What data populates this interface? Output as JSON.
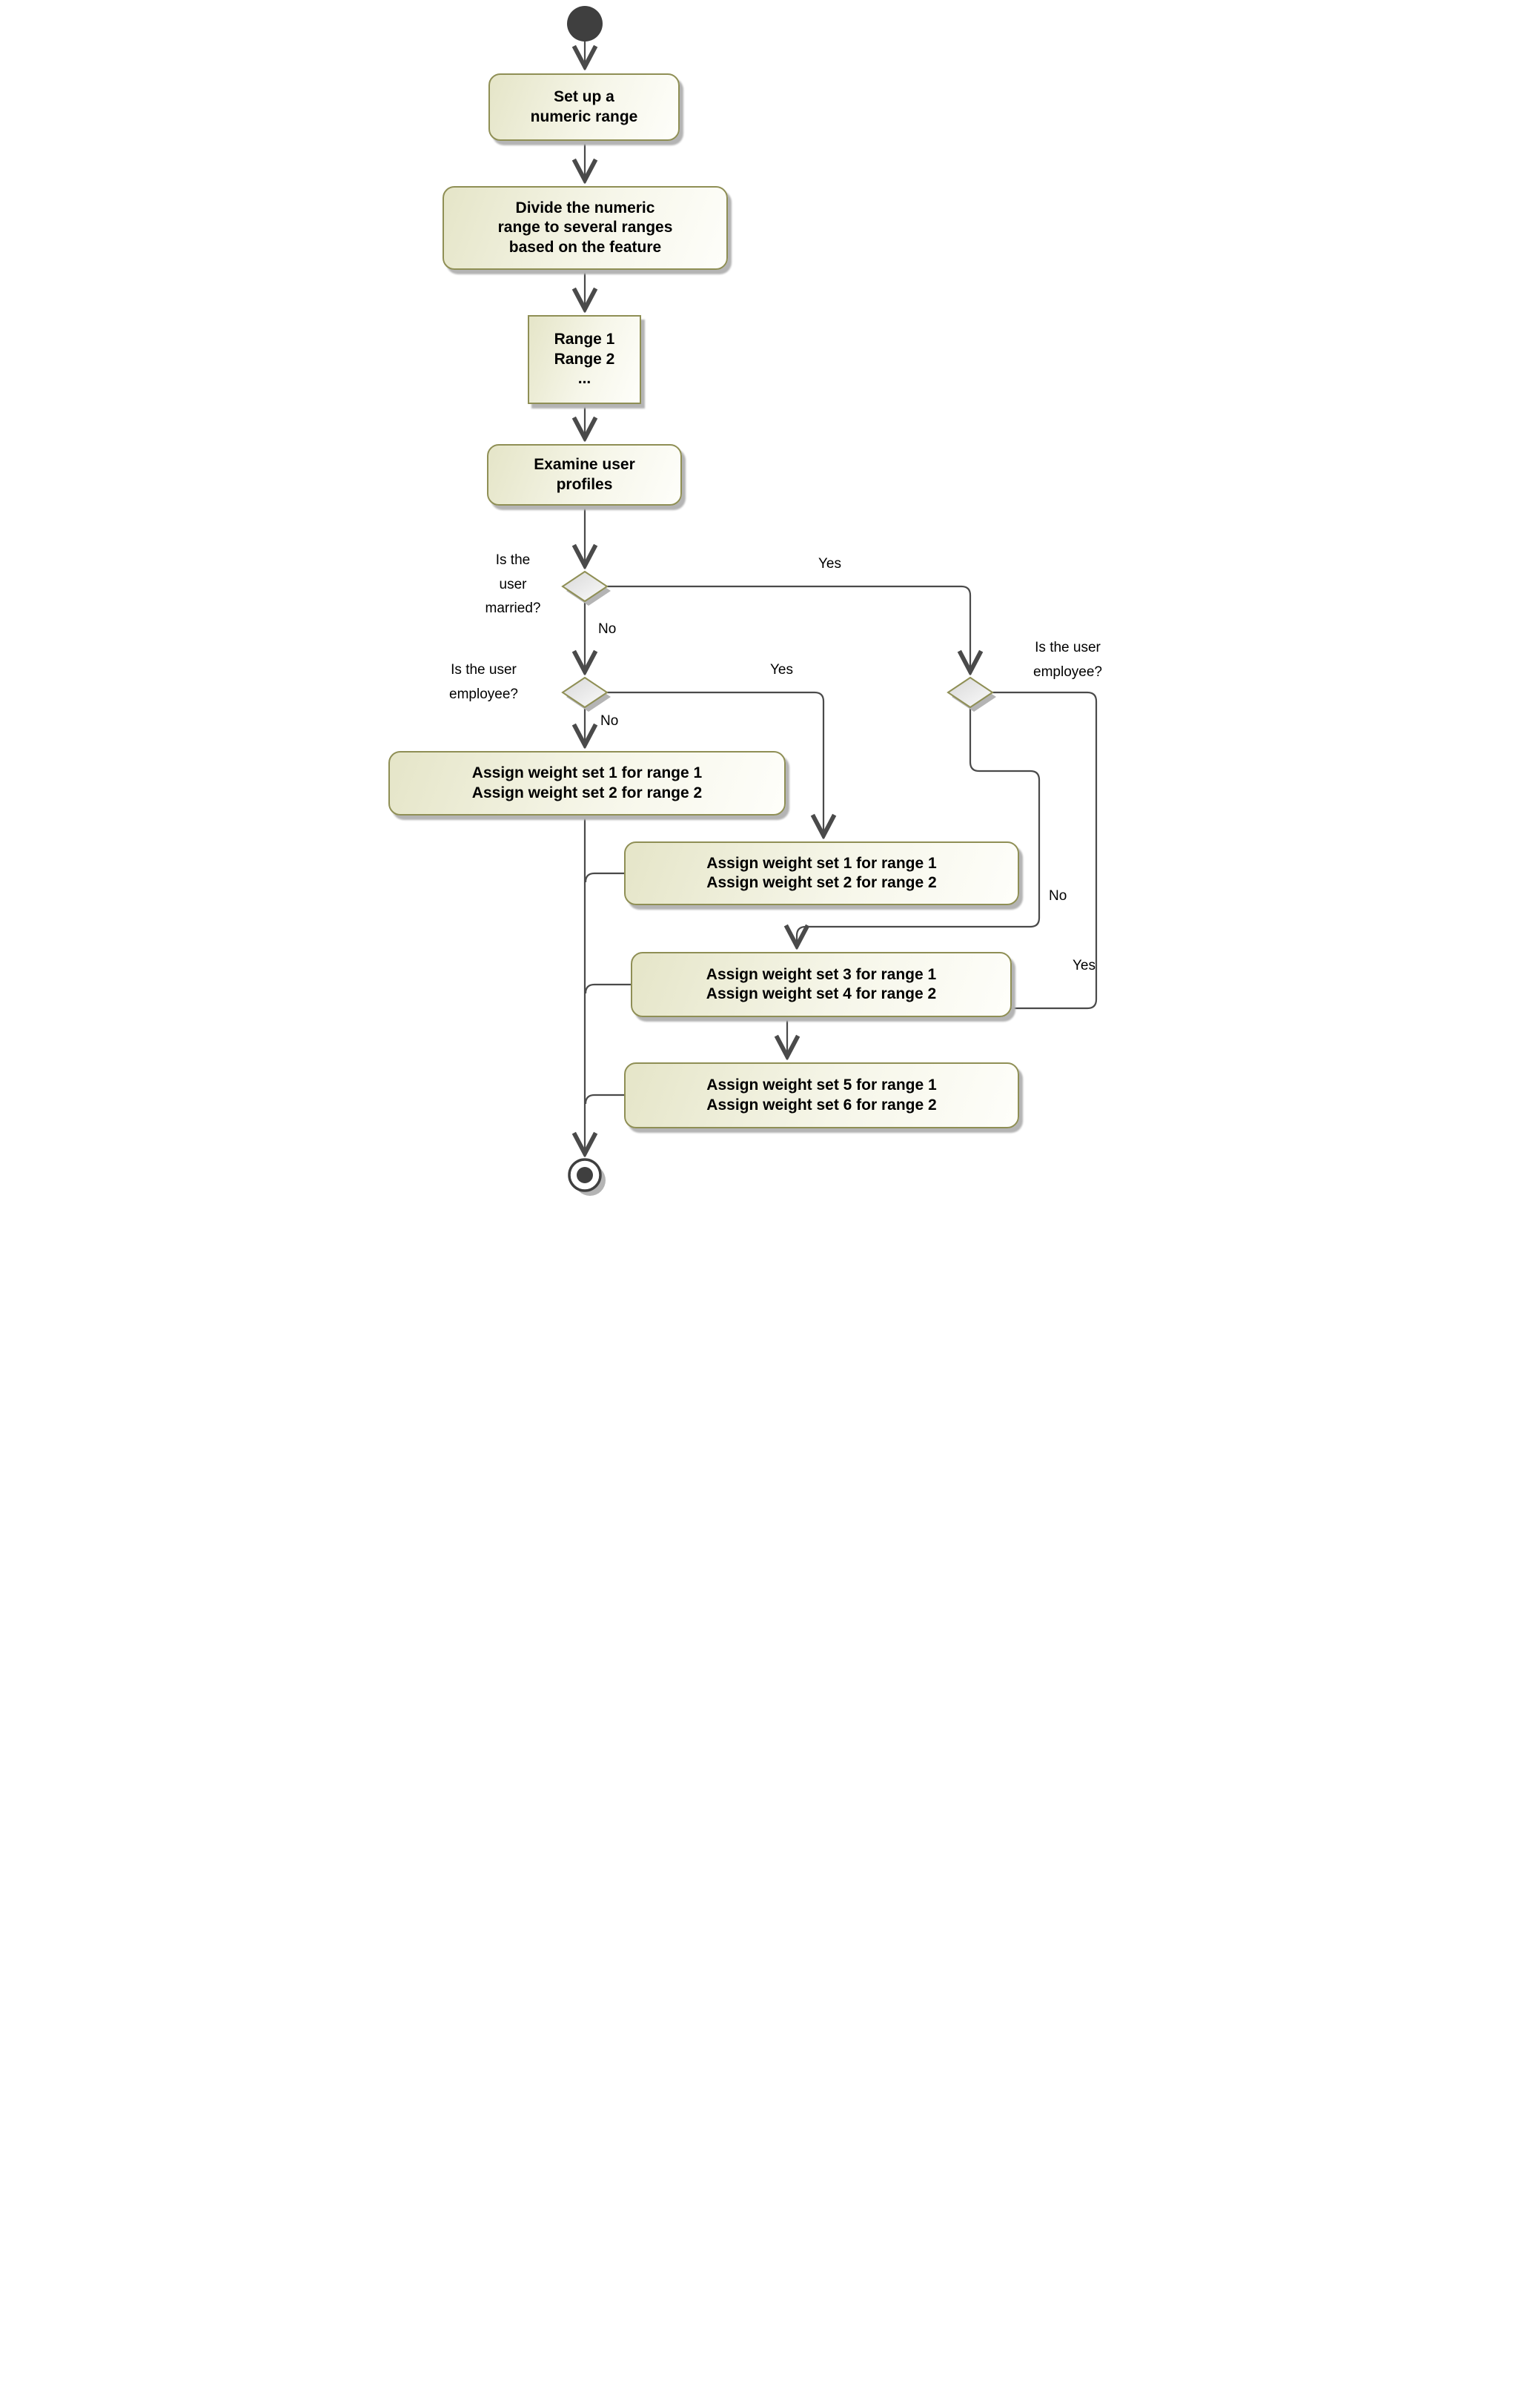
{
  "diagram": {
    "type": "uml-activity-flowchart",
    "background": "#ffffff",
    "colors": {
      "node_fill_dark": "#e5e5c8",
      "node_fill_light": "#fefefa",
      "node_border": "#8f8f55",
      "edge": "#4a4a4a",
      "shadow": "#b4b4b4",
      "terminal": "#3f3f3f",
      "text": "#000000"
    },
    "start_node": {
      "name": "start"
    },
    "end_node": {
      "name": "end"
    },
    "actions": {
      "setup": {
        "lines": [
          "Set up a",
          "numeric range"
        ]
      },
      "divide": {
        "lines": [
          "Divide the numeric",
          "range to several ranges",
          "based on the feature"
        ]
      },
      "ranges": {
        "lines": [
          "Range 1",
          "Range 2",
          "..."
        ]
      },
      "examine": {
        "lines": [
          "Examine user",
          "profiles"
        ]
      },
      "assign12_left": {
        "lines": [
          "Assign weight set 1 for range 1",
          "Assign weight set 2 for range 2"
        ]
      },
      "assign12_mid": {
        "lines": [
          "Assign weight set 1 for range 1",
          "Assign weight set 2 for range 2"
        ]
      },
      "assign34": {
        "lines": [
          "Assign weight set 3 for range 1",
          "Assign weight set 4 for range 2"
        ]
      },
      "assign56": {
        "lines": [
          "Assign weight set 5 for range 1",
          "Assign weight set 6 for range 2"
        ]
      }
    },
    "decisions": {
      "married": {
        "lines": [
          "Is the",
          "user",
          "married?"
        ],
        "yes": "Yes",
        "no": "No"
      },
      "employee_left": {
        "lines": [
          "Is the user",
          "employee?"
        ],
        "yes": "Yes",
        "no": "No"
      },
      "employee_right": {
        "lines": [
          "Is the user",
          "employee?"
        ],
        "yes": "Yes",
        "no": "No"
      }
    }
  }
}
